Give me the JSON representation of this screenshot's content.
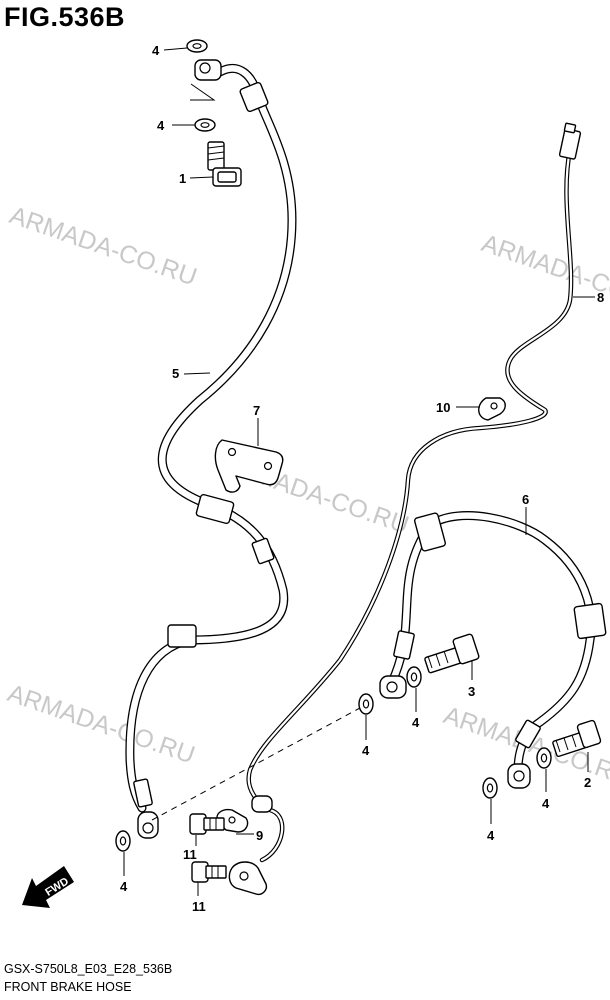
{
  "figure": {
    "title": "FIG.536B",
    "model_code": "GSX-S750L8_E03_E28_536B",
    "section_name": "FRONT BRAKE HOSE"
  },
  "watermark": "ARMADA-CO.RU",
  "direction_arrow": {
    "label": "FWD",
    "icon": "fwd-arrow-icon"
  },
  "callouts": [
    {
      "ref": "4",
      "part": "washer"
    },
    {
      "ref": "4",
      "part": "washer"
    },
    {
      "ref": "1",
      "part": "union bolt"
    },
    {
      "ref": "5",
      "part": "front brake hose (left)"
    },
    {
      "ref": "7",
      "part": "hose clamp bracket"
    },
    {
      "ref": "8",
      "part": "wheel speed sensor lead"
    },
    {
      "ref": "10",
      "part": "lead clamp"
    },
    {
      "ref": "6",
      "part": "front brake hose (right)"
    },
    {
      "ref": "3",
      "part": "union bolt"
    },
    {
      "ref": "4",
      "part": "washer"
    },
    {
      "ref": "4",
      "part": "washer"
    },
    {
      "ref": "2",
      "part": "union bolt"
    },
    {
      "ref": "4",
      "part": "washer"
    },
    {
      "ref": "4",
      "part": "washer"
    },
    {
      "ref": "9",
      "part": "lead clamp"
    },
    {
      "ref": "11",
      "part": "bolt"
    },
    {
      "ref": "11",
      "part": "bolt"
    },
    {
      "ref": "4",
      "part": "washer"
    }
  ]
}
